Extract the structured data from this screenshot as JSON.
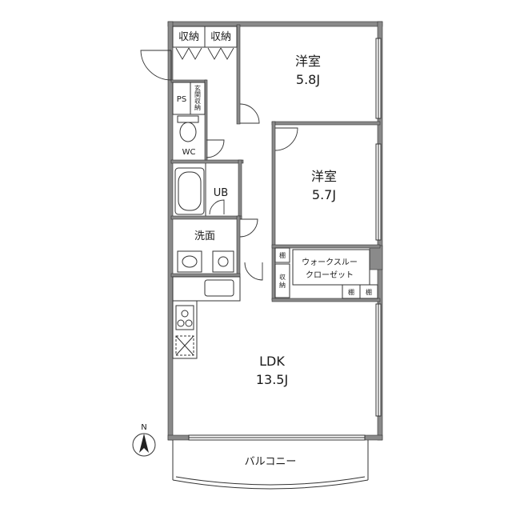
{
  "plan": {
    "rooms": {
      "western_room_1": {
        "name": "洋室",
        "size": "5.8J"
      },
      "western_room_2": {
        "name": "洋室",
        "size": "5.7J"
      },
      "ldk": {
        "name": "LDK",
        "size": "13.5J"
      },
      "walk_in_closet": {
        "line1": "ウォークスルー",
        "line2": "クローゼット"
      },
      "washroom": {
        "name": "洗面"
      },
      "unit_bath": {
        "name": "UB"
      },
      "toilet": {
        "name": "WC"
      },
      "pipe_space": {
        "name": "PS"
      },
      "balcony": {
        "name": "バルコニー"
      }
    },
    "storage": {
      "top_left": "収納",
      "top_right": "収納",
      "entrance_storage": [
        "玄",
        "関",
        "収",
        "納"
      ],
      "hall_storage": [
        "収",
        "納"
      ]
    },
    "shelves": {
      "shelf_upper": "棚",
      "shelf_lower_left": "棚",
      "shelf_lower_right": "棚"
    },
    "compass": {
      "label": "N"
    }
  }
}
